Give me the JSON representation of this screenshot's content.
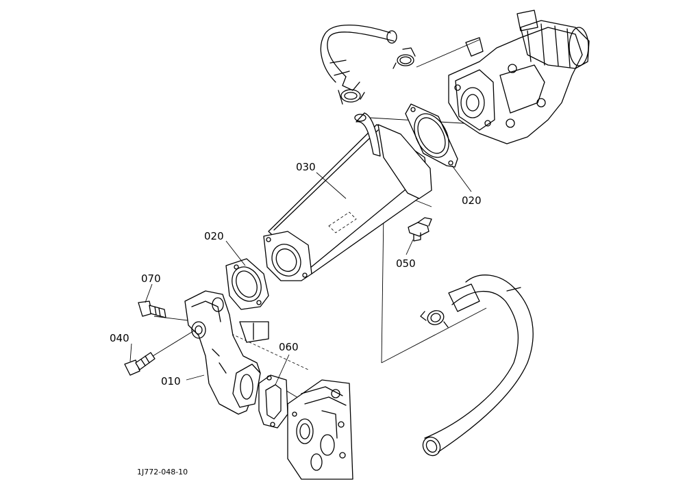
{
  "diagram": {
    "callouts": {
      "p010": "010",
      "p020_upper": "020",
      "p020_lower": "020",
      "p030": "030",
      "p040": "040",
      "p050": "050",
      "p060": "060",
      "p070": "070"
    },
    "drawing_code": "1J772-048-10"
  }
}
